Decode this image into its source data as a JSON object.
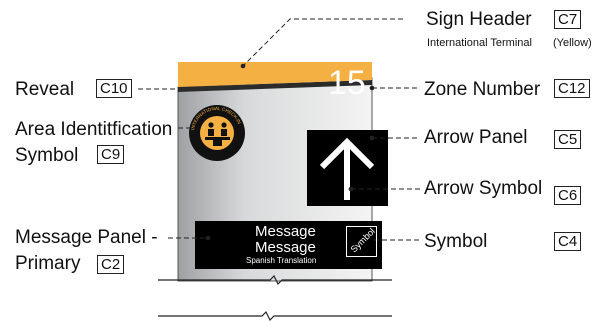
{
  "colors": {
    "header": "#F4B042",
    "panel": "#000000",
    "body_gradient": [
      "#9ea1a3",
      "#f2f2f2"
    ],
    "reveal": "#2b2b2b"
  },
  "sign": {
    "zone_number": "15",
    "message_line_1": "Message",
    "message_line_2": "Message",
    "message_sub": "Spanish Translation",
    "symbol_text": "Symbol",
    "area_icon_text": "INTERNATIONAL CHECK-IN"
  },
  "callouts": {
    "sign_header": {
      "title": "Sign Header",
      "subtitle": "International Terminal",
      "note": "(Yellow)",
      "code": "C7"
    },
    "zone_number": {
      "title": "Zone Number",
      "code": "C12"
    },
    "arrow_panel": {
      "title": "Arrow Panel",
      "code": "C5"
    },
    "arrow_symbol": {
      "title": "Arrow Symbol",
      "code": "C6"
    },
    "symbol": {
      "title": "Symbol",
      "code": "C4"
    },
    "reveal": {
      "title": "Reveal",
      "code": "C10"
    },
    "area_id": {
      "line1": "Area Identitfication",
      "line2": "Symbol",
      "code": "C9"
    },
    "message_panel": {
      "line1": "Message Panel -",
      "line2": "Primary",
      "code": "C2"
    }
  }
}
